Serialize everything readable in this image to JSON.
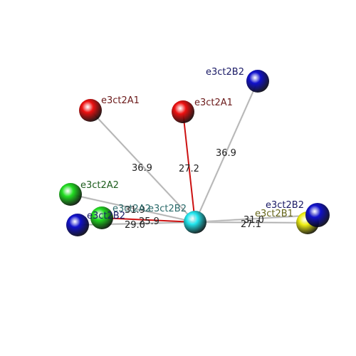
{
  "colors": {
    "background": "#ffffff",
    "bond_default": "#cfcfcf",
    "bond_highlight": "#cc1111",
    "center": "#22e6ee",
    "red": "#ee1111",
    "blue": "#1111cc",
    "green": "#22dd22",
    "yellow": "#eeee11",
    "label_red": "#6b1a1a",
    "label_blue": "#1a1a66",
    "label_green": "#1d5d1d",
    "label_yellow": "#66661a",
    "label_teal": "#2a6a6a"
  },
  "atoms": [
    {
      "id": "center",
      "name": "center-atom",
      "color_key": "center",
      "label": ""
    },
    {
      "id": "red_left",
      "name": "atom-e3ct2A1-left",
      "color_key": "red",
      "label": "e3ct2A1",
      "label_color_key": "label_red"
    },
    {
      "id": "red_mid",
      "name": "atom-e3ct2A1-mid",
      "color_key": "red",
      "label": "e3ct2A1",
      "label_color_key": "label_red"
    },
    {
      "id": "blue_top",
      "name": "atom-e3ct2B2-top",
      "color_key": "blue",
      "label": "e3ct2B2",
      "label_color_key": "label_blue"
    },
    {
      "id": "green_up",
      "name": "atom-e3ct2A2-upper",
      "color_key": "green",
      "label": "e3ct2A2",
      "label_color_key": "label_green"
    },
    {
      "id": "blue_left",
      "name": "atom-e3ct2B2-left",
      "color_key": "blue",
      "label": "e3ct2B2",
      "label_color_key": "label_blue"
    },
    {
      "id": "green_low",
      "name": "atom-e3ct2A2-lower",
      "color_key": "green",
      "label": "e3ct2A2",
      "label_color_key": "label_teal"
    },
    {
      "id": "blue_right",
      "name": "atom-e3ct2B2-right",
      "color_key": "blue",
      "label": "e3ct2B2",
      "label_color_key": "label_blue"
    },
    {
      "id": "yellow_right",
      "name": "atom-e3ct2B1-right",
      "color_key": "yellow",
      "label": "e3ct2B1",
      "label_color_key": "label_yellow"
    },
    {
      "id": "center_label_only",
      "name": "center-label",
      "color_key": "",
      "label": "e3ct2B2",
      "label_color_key": "label_teal"
    }
  ],
  "bonds": [
    {
      "name": "bond-center-red-left",
      "to": "red_left",
      "distance": "36.9",
      "highlight": false
    },
    {
      "name": "bond-center-red-mid",
      "to": "red_mid",
      "distance": "27.2",
      "highlight": true
    },
    {
      "name": "bond-center-blue-top",
      "to": "blue_top",
      "distance": "36.9",
      "highlight": false
    },
    {
      "name": "bond-center-green-up",
      "to": "green_up",
      "distance": "31.9",
      "highlight": false
    },
    {
      "name": "bond-center-blue-left",
      "to": "blue_left",
      "distance": "29.0",
      "highlight": false
    },
    {
      "name": "bond-center-green-low",
      "to": "green_low",
      "distance": "25.9",
      "highlight": true
    },
    {
      "name": "bond-center-blue-right",
      "to": "blue_right",
      "distance": "31.0",
      "highlight": false
    },
    {
      "name": "bond-center-yellow-right",
      "to": "yellow_right",
      "distance": "27.1",
      "highlight": false
    }
  ]
}
